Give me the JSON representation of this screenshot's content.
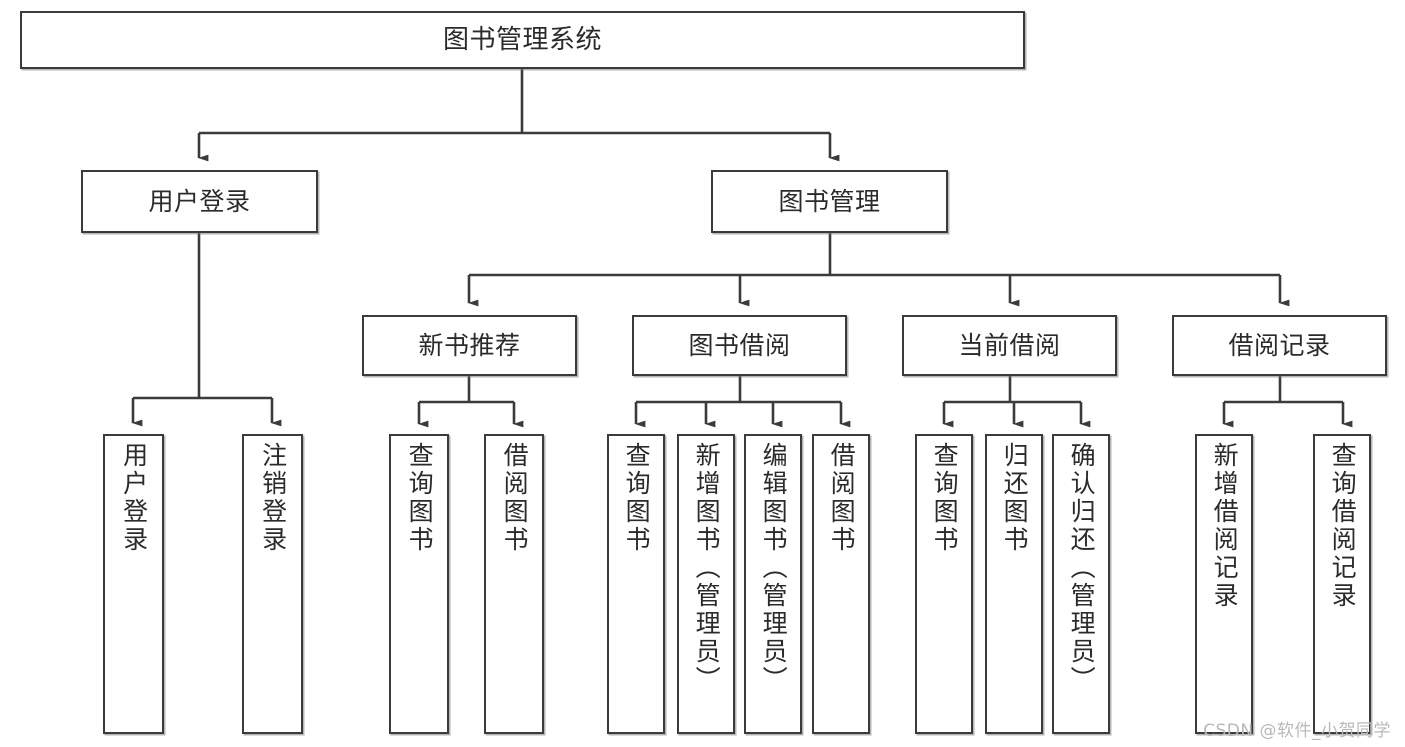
{
  "diagram": {
    "title": "图书管理系统",
    "type": "tree-hierarchy",
    "watermark": "CSDN @软件_小贺同学",
    "colors": {
      "background": "#ffffff",
      "box_border": "#3b3b3b",
      "box_fill": "#ffffff",
      "connector": "#3b3b3b",
      "text": "#2b2b2b",
      "watermark": "#b9b9b9"
    },
    "levels": {
      "root": {
        "label": "图书管理系统"
      },
      "level2": [
        {
          "id": "user-login",
          "label": "用户登录"
        },
        {
          "id": "book-management",
          "label": "图书管理"
        }
      ],
      "level3": [
        {
          "id": "new-book-recommend",
          "label": "新书推荐",
          "parent": "book-management"
        },
        {
          "id": "book-borrow",
          "label": "图书借阅",
          "parent": "book-management"
        },
        {
          "id": "current-borrow",
          "label": "当前借阅",
          "parent": "book-management"
        },
        {
          "id": "borrow-record",
          "label": "借阅记录",
          "parent": "book-management"
        }
      ],
      "leaves": [
        {
          "id": "leaf-user-login",
          "label": "用户登录",
          "parent": "user-login"
        },
        {
          "id": "leaf-logout-login",
          "label": "注销登录",
          "parent": "user-login"
        },
        {
          "id": "leaf-query-book-1",
          "label": "查询图书",
          "parent": "new-book-recommend"
        },
        {
          "id": "leaf-borrow-book-1",
          "label": "借阅图书",
          "parent": "new-book-recommend"
        },
        {
          "id": "leaf-query-book-2",
          "label": "查询图书",
          "parent": "book-borrow"
        },
        {
          "id": "leaf-add-book",
          "label": "新增图书（管理员）",
          "parent": "book-borrow"
        },
        {
          "id": "leaf-edit-book",
          "label": "编辑图书（管理员）",
          "parent": "book-borrow"
        },
        {
          "id": "leaf-borrow-book-2",
          "label": "借阅图书",
          "parent": "book-borrow"
        },
        {
          "id": "leaf-query-book-3",
          "label": "查询图书",
          "parent": "current-borrow"
        },
        {
          "id": "leaf-return-book",
          "label": "归还图书",
          "parent": "current-borrow"
        },
        {
          "id": "leaf-confirm-return",
          "label": "确认归还（管理员）",
          "parent": "current-borrow"
        },
        {
          "id": "leaf-add-record",
          "label": "新增借阅记录",
          "parent": "borrow-record"
        },
        {
          "id": "leaf-query-record",
          "label": "查询借阅记录",
          "parent": "borrow-record"
        }
      ]
    }
  }
}
